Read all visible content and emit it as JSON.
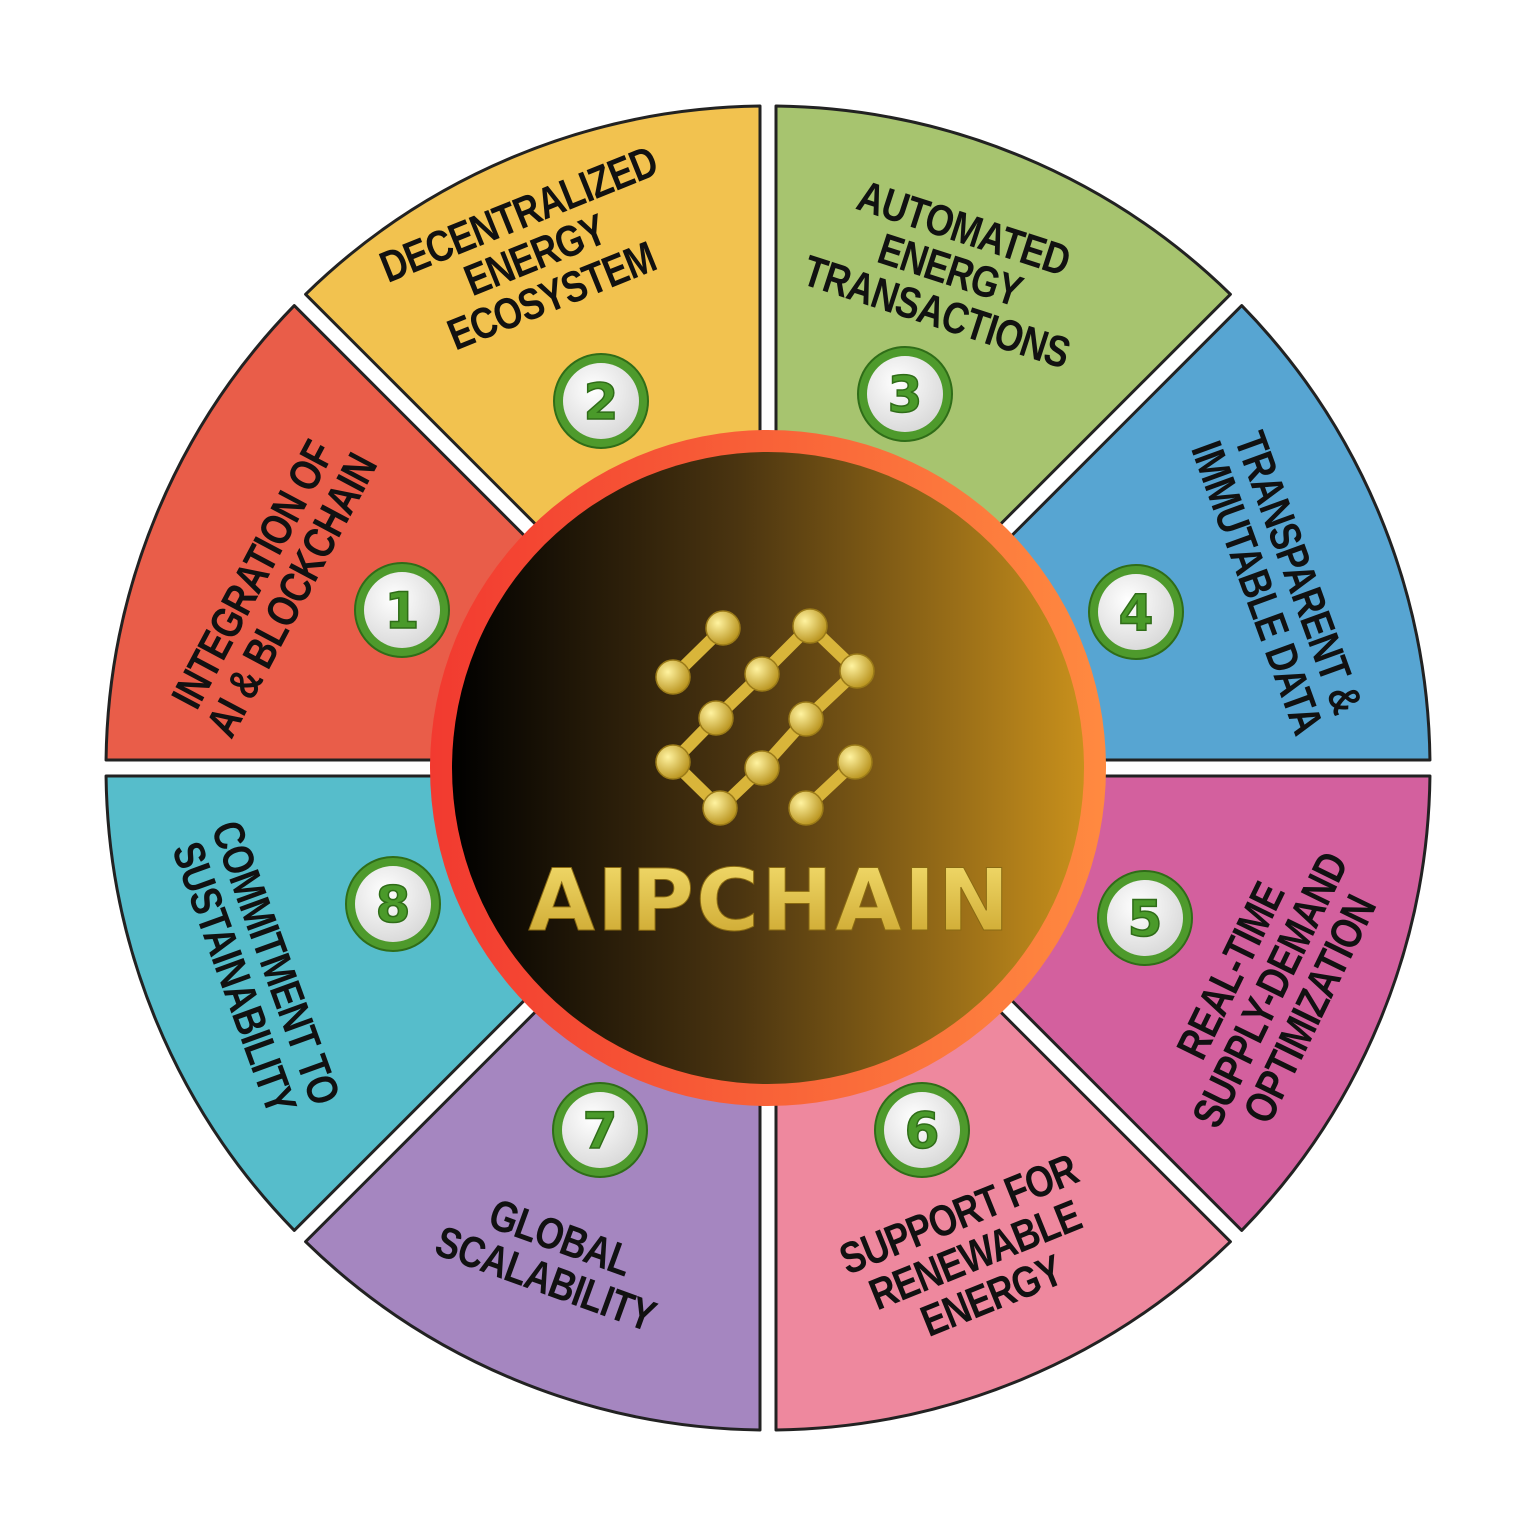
{
  "center": {
    "brand": "AIPCHAIN",
    "icon": "chain-nodes-icon"
  },
  "segments": [
    {
      "number": "1",
      "lines": [
        "INTEGRATION OF",
        "AI & BLOCKCHAIN"
      ],
      "color": "#e95d49"
    },
    {
      "number": "2",
      "lines": [
        "DECENTRALIZED",
        "ENERGY",
        "ECOSYSTEM"
      ],
      "color": "#f2c24f"
    },
    {
      "number": "3",
      "lines": [
        "AUTOMATED",
        "ENERGY",
        "TRANSACTIONS"
      ],
      "color": "#a7c46f"
    },
    {
      "number": "4",
      "lines": [
        "TRANSPARENT &",
        "IMMUTABLE DATA"
      ],
      "color": "#57a5d2"
    },
    {
      "number": "5",
      "lines": [
        "REAL-TIME",
        "SUPPLY-DEMAND",
        "OPTIMIZATION"
      ],
      "color": "#d3609e"
    },
    {
      "number": "6",
      "lines": [
        "SUPPORT FOR",
        "RENEWABLE",
        "ENERGY"
      ],
      "color": "#ee889e"
    },
    {
      "number": "7",
      "lines": [
        "GLOBAL",
        "SCALABILITY"
      ],
      "color": "#a586c0"
    },
    {
      "number": "8",
      "lines": [
        "COMMITMENT TO",
        "SUSTAINABILITY"
      ],
      "color": "#56bdcb"
    }
  ]
}
